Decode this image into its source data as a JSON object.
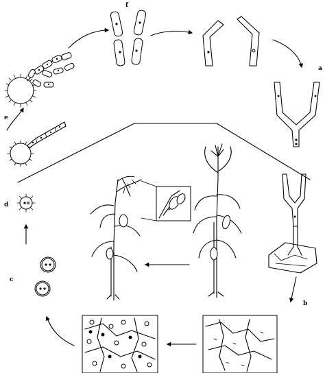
{
  "labels": {
    "a": "a",
    "b": "b",
    "c": "c",
    "d": "d",
    "e": "e",
    "f": "f"
  }
}
